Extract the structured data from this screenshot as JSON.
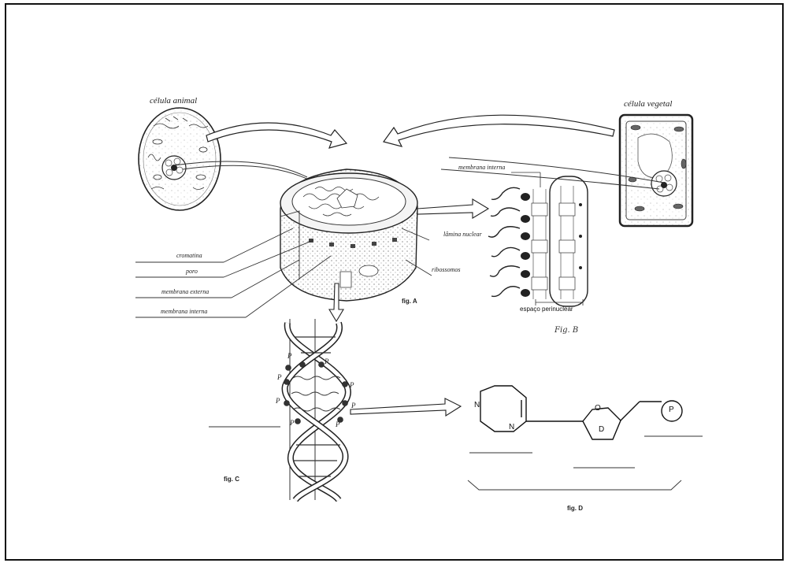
{
  "cell_animal_label": "célula animal",
  "cell_vegetal_label": "célula vegetal",
  "nucleus_labels": {
    "cromatina": "cromatina",
    "poro": "poro",
    "membrana_externa": "membrana externa",
    "membrana_interna": "membrana interna"
  },
  "envelope_labels": {
    "membrana_interna": "membrana interna",
    "lamina_nuclear": "lâmina nuclear",
    "ribossomos": "ribossomos",
    "espaco": "espaço perinuclear"
  },
  "fig_labels": {
    "a": "fig. A",
    "b": "Fig. B",
    "c": "fig. C",
    "d": "fig. D"
  },
  "dna_phosphate": "P",
  "chem_labels": {
    "n1": "N",
    "n2": "N",
    "o": "O",
    "d": "D",
    "p": "P"
  }
}
